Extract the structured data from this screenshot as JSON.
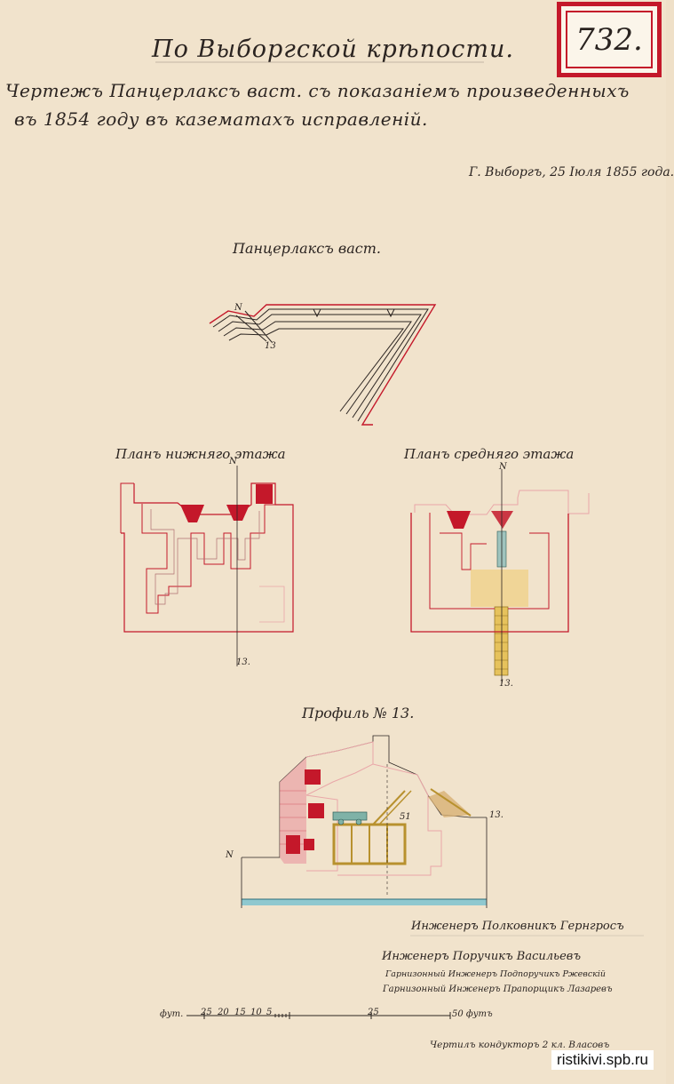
{
  "stamp_number": "732.",
  "title": "По Выборгской крѣпости.",
  "subtitle_line1": "Чертежъ Панцерлаксъ васт. съ показаніемъ произведенныхъ",
  "subtitle_line2": "въ 1854 году въ казематахъ исправленій.",
  "dateline": "Г. Выборгъ, 25 Іюля 1855 года.",
  "bastion_label": "Панцерлаксъ васт.",
  "lower_floor_label": "Планъ нижняго этажа",
  "middle_floor_label": "Планъ средняго этажа",
  "profile_label": "Профиль № 13.",
  "section_marks": {
    "n": "N",
    "num": "13.",
    "num_plain": "13",
    "profile_51": "51"
  },
  "signatures": {
    "sig1": "Инженеръ Полковникъ Гернгросъ",
    "sig2": "Инженеръ Поручикъ Васильевъ",
    "sig3": "Гарнизонный Инженеръ Подпоручикъ Ржевскій",
    "sig4": "Гарнизонный Инженеръ Прапорщикъ Лазаревъ",
    "draftsman": "Чертилъ кондукторъ 2 кл. Власовъ"
  },
  "scale": {
    "unit_left": "фут.",
    "ticks": [
      "25",
      "20",
      "15",
      "10",
      "5"
    ],
    "mid": "25",
    "end": "50 футъ"
  },
  "watermark": "ristikivi.spb.ru",
  "colors": {
    "red": "#c4182a",
    "paper": "#f1e3cc",
    "ink": "#2b2421",
    "yellow": "#e6c25c",
    "pink": "#e9a6a8"
  }
}
